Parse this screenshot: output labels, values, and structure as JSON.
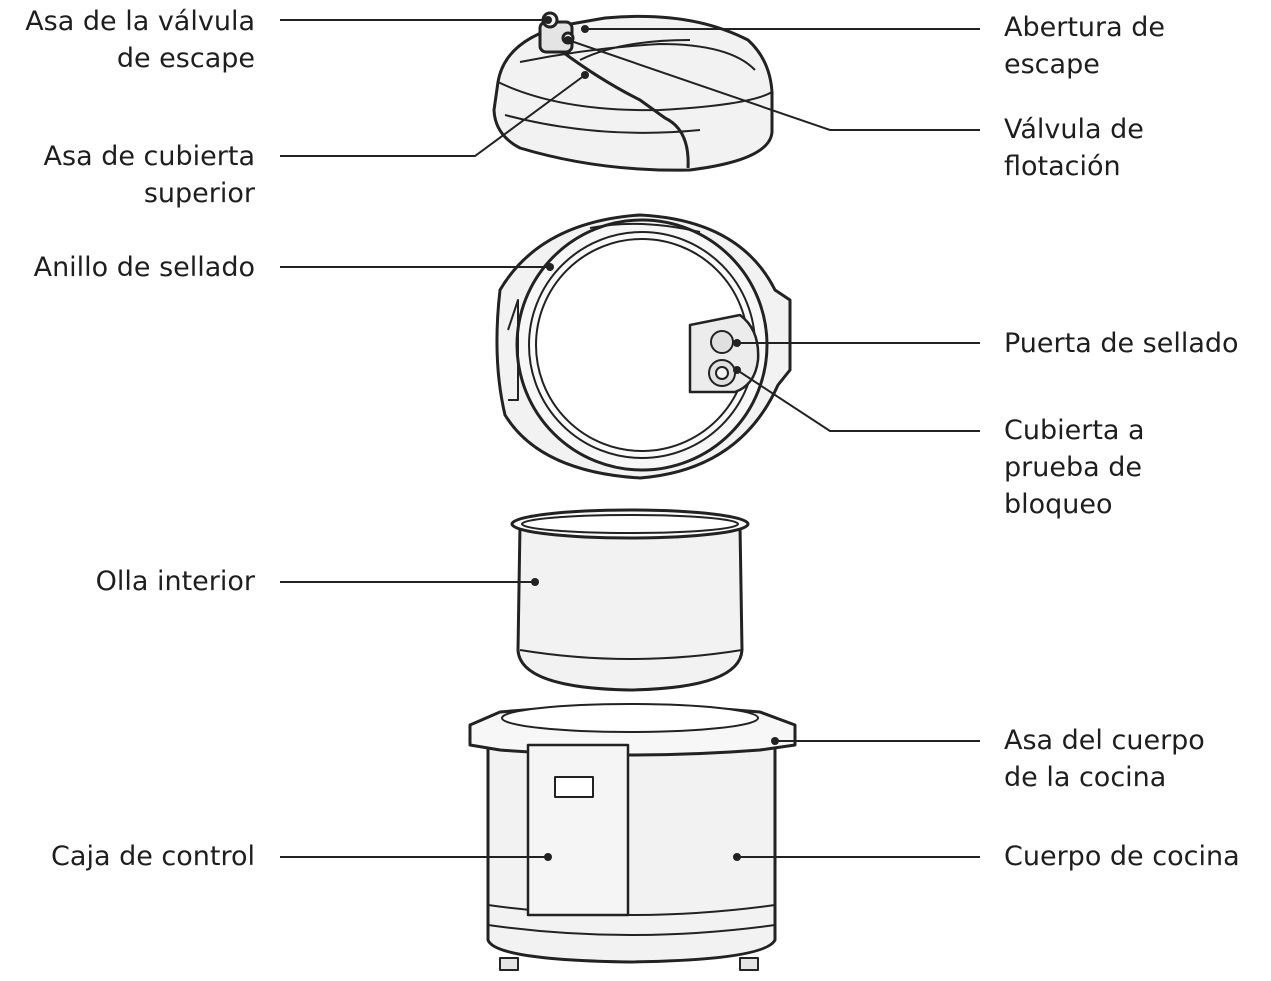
{
  "diagram": {
    "labels": {
      "valve_handle": [
        "Asa de la válvula",
        "de escape"
      ],
      "top_lid_handle": [
        "Asa de cubierta",
        "superior"
      ],
      "sealing_ring": [
        "Anillo de sellado"
      ],
      "inner_pot": [
        "Olla interior"
      ],
      "control_box": [
        "Caja de control"
      ],
      "steam_opening": [
        "Abertura de",
        "escape"
      ],
      "float_valve": [
        "Válvula de",
        "flotación"
      ],
      "sealing_door": [
        "Puerta de sellado"
      ],
      "anti_block_cover": [
        "Cubierta a",
        "prueba de",
        "bloqueo"
      ],
      "body_handle": [
        "Asa del cuerpo",
        "de la cocina"
      ],
      "cooker_body": [
        "Cuerpo de cocina"
      ]
    },
    "colors": {
      "line": "#222222",
      "fill": "#f2f2f2",
      "shade": "#e4e4e4"
    }
  }
}
